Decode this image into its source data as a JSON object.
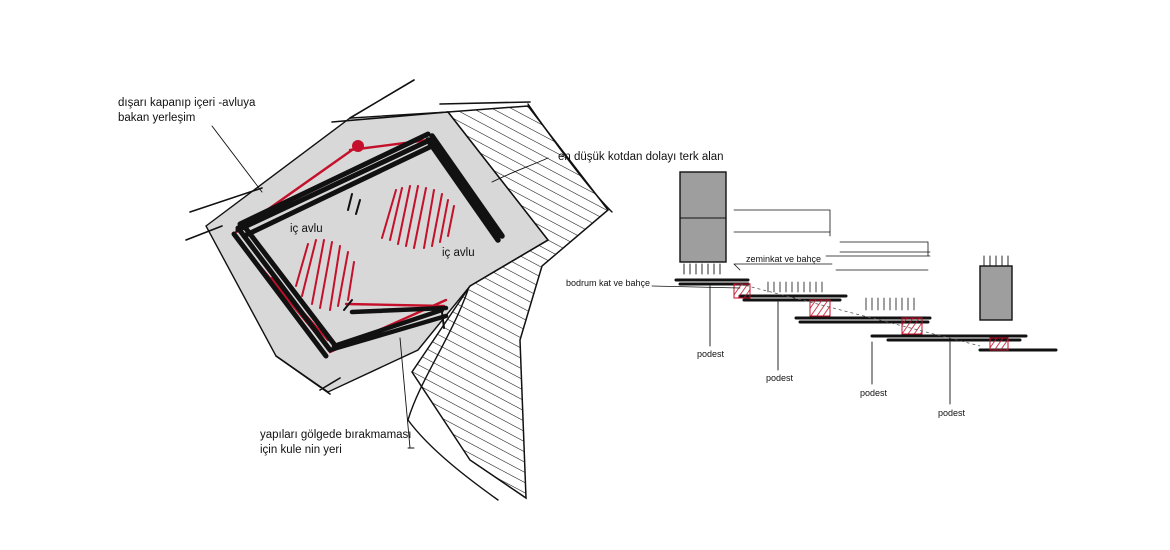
{
  "colors": {
    "ink": "#111111",
    "accent_red": "#c4102a",
    "site_grey": "#d8d8d8",
    "tower_grey": "#9e9e9e"
  },
  "plan": {
    "label_courtyard_orientation_line1": "dışarı kapanıp içeri -avluya",
    "label_courtyard_orientation_line2": "bakan yerleşim",
    "label_inner_courtyard_1": "iç avlu",
    "label_inner_courtyard_2": "iç avlu",
    "label_abandoned_area": "en düşük kotdan dolayı terk alan",
    "label_tower_line1": "yapıları gölgede bırakmaması",
    "label_tower_line2": "için kule nin yeri"
  },
  "section": {
    "label_ground_floor": "zeminkat ve bahçe",
    "label_basement": "bodrum kat ve bahçe",
    "landings": [
      "podest",
      "podest",
      "podest",
      "podest"
    ]
  }
}
